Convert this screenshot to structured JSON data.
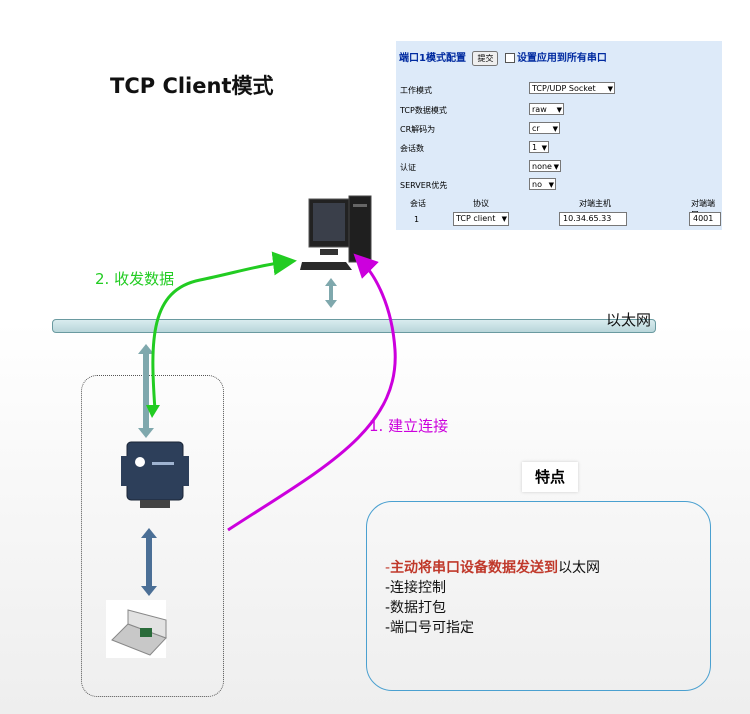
{
  "title": "TCP Client模式",
  "config": {
    "header": "端口1模式配置",
    "submit_label": "提交",
    "apply_all_label": "设置应用到所有串口",
    "rows": [
      {
        "label": "工作模式",
        "value": "TCP/UDP Socket"
      },
      {
        "label": "TCP数据模式",
        "value": "raw"
      },
      {
        "label": "CR解码为",
        "value": "cr"
      },
      {
        "label": "会话数",
        "value": "1"
      },
      {
        "label": "认证",
        "value": "none"
      },
      {
        "label": "SERVER优先",
        "value": "no"
      }
    ],
    "table_headers": [
      "会话",
      "协议",
      "对端主机",
      "对端端口"
    ],
    "table_row": {
      "session": "1",
      "protocol": "TCP client",
      "host": "10.34.65.33",
      "port": "4001"
    }
  },
  "network_label": "以太网",
  "steps": {
    "connect": "1. 建立连接",
    "send": "2. 收发数据"
  },
  "features": {
    "title": "特点",
    "first_highlight": "主动将串口设备数据发送到",
    "first_rest": "以太网",
    "items": [
      "-连接控制",
      "-数据打包",
      "-端口号可指定"
    ]
  },
  "colors": {
    "connect_arrow": "#cc00dd",
    "send_arrow": "#22cc22",
    "highlight_text": "#c0392b",
    "link_color": "#7fa8ad"
  }
}
